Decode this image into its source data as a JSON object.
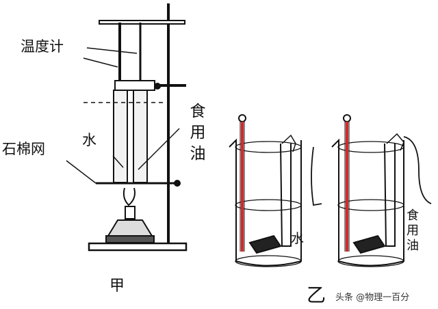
{
  "labels": {
    "thermometer": "温度计",
    "cooking_oil": "食用油",
    "water": "水",
    "asbestos_gauze": "石棉网",
    "setup_a": "甲",
    "setup_b": "乙",
    "water_b": "水",
    "cooking_oil_b": "食用油"
  },
  "watermark": "头条 @物理一百分",
  "colors": {
    "thermometer_liquid": "#d42a2a",
    "ink": "#111111"
  }
}
